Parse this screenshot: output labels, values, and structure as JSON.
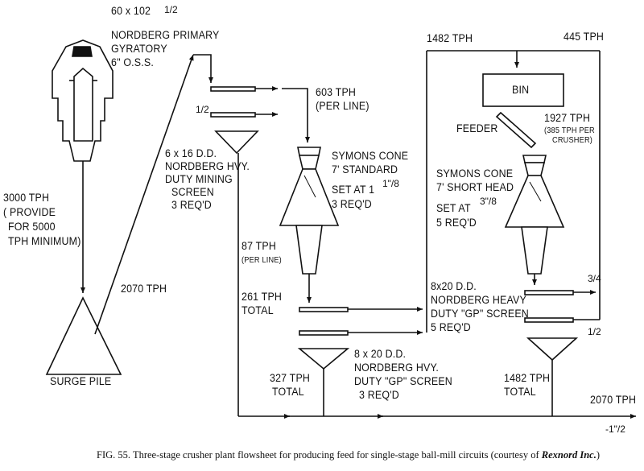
{
  "labels": {
    "primary_size": "60 x 102",
    "primary_size_frac": "1/2",
    "primary_name1": "NORDBERG PRIMARY",
    "primary_name2": "GYRATORY",
    "primary_oss": "6\" O.S.S.",
    "feed1": "3000 TPH",
    "feed2": "( PROVIDE",
    "feed3": "FOR 5000",
    "feed4": "TPH MINIMUM)",
    "surge_pile": "SURGE PILE",
    "surge_out": "2070 TPH",
    "screen1_a": "6 x 16 D.D.",
    "screen1_b": "NORDBERG HVY.",
    "screen1_c": "DUTY MINING",
    "screen1_d": "SCREEN",
    "screen1_e": "3 REQ'D",
    "screen1_frac": "1/2",
    "line603_a": "603 TPH",
    "line603_b": "(PER LINE)",
    "cone1_a": "SYMONS CONE",
    "cone1_b": "7' STANDARD",
    "cone1_c": "SET AT 1",
    "cone1_frac": "1\"/8",
    "cone1_d": "3 REQ'D",
    "u87_a": "87 TPH",
    "u87_b": "(PER LINE)",
    "u261_a": "261 TPH",
    "u261_b": "TOTAL",
    "u327_a": "327 TPH",
    "u327_b": "TOTAL",
    "screen2_a": "8 x 20 D.D.",
    "screen2_b": "NORDBERG HVY.",
    "screen2_c": "DUTY \"GP\" SCREEN",
    "screen2_d": "3 REQ'D",
    "screen3_a": "8x20 D.D.",
    "screen3_b": "NORDBERG HEAVY",
    "screen3_c": "DUTY \"GP\" SCREEN",
    "screen3_d": "5 REQ'D",
    "screen3_frac_top": "3/4",
    "screen3_frac_bot": "1/2",
    "top1482": "1482 TPH",
    "top445": "445 TPH",
    "bin": "BIN",
    "feeder": "FEEDER",
    "f1927": "1927 TPH",
    "f1927_sub1": "(385 TPH PER",
    "f1927_sub2": "CRUSHER)",
    "cone2_a": "SYMONS CONE",
    "cone2_b": "7' SHORT HEAD",
    "cone2_c": "SET AT",
    "cone2_frac": "3\"/8",
    "cone2_d": "5 REQ'D",
    "u1482_a": "1482 TPH",
    "u1482_b": "TOTAL",
    "final": "2070 TPH",
    "final_frac": "-1\"/2"
  },
  "caption": {
    "prefix": "FIG. 55.",
    "text": "Three-stage crusher plant flowsheet for producing feed for single-stage ball-mill circuits (courtesy of",
    "company": "Rexnord Inc.",
    "suffix": ")"
  }
}
